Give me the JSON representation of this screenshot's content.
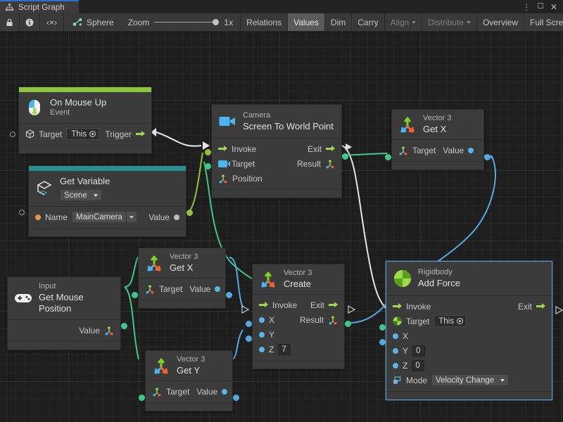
{
  "window": {
    "tab_label": "Script Graph",
    "tab_icon": "script-graph-icon",
    "menu_icon": "kebab-menu-icon",
    "maximize_icon": "maximize-icon",
    "close_icon": "close-icon"
  },
  "toolbar": {
    "lock_icon": "lock-icon",
    "info_icon": "info-icon",
    "code_label": "‹×›",
    "object_icon": "script-graph-asset-icon",
    "object_label": "Sphere",
    "zoom_label": "Zoom",
    "zoom_value": "1x",
    "buttons": [
      {
        "label": "Relations",
        "state": "normal"
      },
      {
        "label": "Values",
        "state": "active"
      },
      {
        "label": "Dim",
        "state": "normal"
      },
      {
        "label": "Carry",
        "state": "normal"
      },
      {
        "label": "Align",
        "state": "dim",
        "caret": true
      },
      {
        "label": "Distribute",
        "state": "dim",
        "caret": true
      },
      {
        "label": "Overview",
        "state": "normal"
      },
      {
        "label": "Full Screen",
        "state": "normal"
      }
    ]
  },
  "nodes": {
    "on_mouse_up": {
      "accent_color": "#8ec641",
      "icon": "mouse-up-event-icon",
      "subtitle": "On Mouse Up",
      "title": "Event",
      "target_label": "Target",
      "target_value": "This",
      "trigger_label": "Trigger"
    },
    "get_variable": {
      "accent_color": "#2a8f8f",
      "icon": "unity-variable-icon",
      "title": "Get Variable",
      "scope_value": "Scene",
      "name_label": "Name",
      "name_value": "MainCamera",
      "value_label": "Value"
    },
    "camera_screen_to_world": {
      "icon": "camera-icon",
      "subtitle": "Camera",
      "title": "Screen To World Point",
      "invoke_label": "Invoke",
      "exit_label": "Exit",
      "target_label": "Target",
      "result_label": "Result",
      "position_label": "Position"
    },
    "vector3_getx_top": {
      "icon": "vector3-icon",
      "subtitle": "Vector 3",
      "title": "Get X",
      "target_label": "Target",
      "value_label": "Value"
    },
    "vector3_getx_mid": {
      "icon": "vector3-icon",
      "subtitle": "Vector 3",
      "title": "Get X",
      "target_label": "Target",
      "value_label": "Value"
    },
    "vector3_gety": {
      "icon": "vector3-icon",
      "subtitle": "Vector 3",
      "title": "Get Y",
      "target_label": "Target",
      "value_label": "Value"
    },
    "input_mouse_position": {
      "icon": "gamepad-icon",
      "subtitle": "Input",
      "title": "Get Mouse Position",
      "value_label": "Value"
    },
    "vector3_create": {
      "icon": "vector3-icon",
      "subtitle": "Vector 3",
      "title": "Create",
      "invoke_label": "Invoke",
      "exit_label": "Exit",
      "x_label": "X",
      "y_label": "Y",
      "z_label": "Z",
      "z_value": "7",
      "result_label": "Result"
    },
    "rigidbody_add_force": {
      "icon": "rigidbody-icon",
      "subtitle": "Rigidbody",
      "title": "Add Force",
      "selected": true,
      "invoke_label": "Invoke",
      "exit_label": "Exit",
      "target_label": "Target",
      "target_value": "This",
      "x_label": "X",
      "y_label": "Y",
      "y_value": "0",
      "z_label": "Z",
      "z_value": "0",
      "mode_label": "Mode",
      "mode_value": "Velocity Change"
    }
  },
  "colors": {
    "accent_event": "#8ec641",
    "accent_variable": "#2a8f8f",
    "flow_edge": "#e6e6e6",
    "value_edge_green": "#3ec98b",
    "value_edge_blue": "#54a9e0",
    "selection": "#5a9fd4",
    "canvas_bg": "#1e1e1e",
    "node_bg": "#3b3b3b"
  }
}
